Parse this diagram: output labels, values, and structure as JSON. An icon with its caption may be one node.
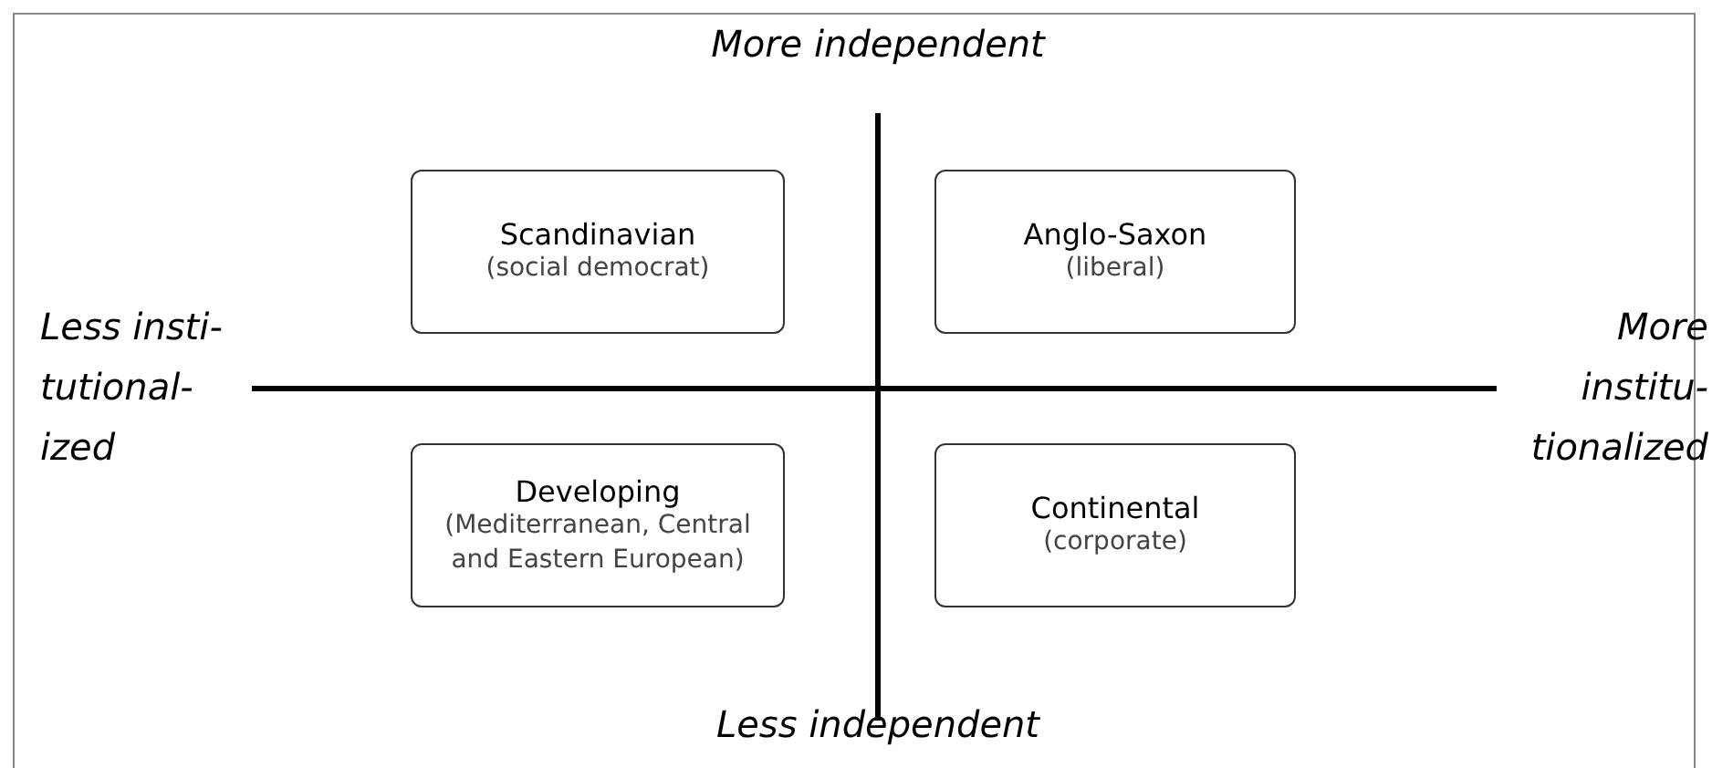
{
  "diagram": {
    "nodes": [
      {
        "text": [
          "Scandinavian",
          "(social democrat)"
        ]
      },
      {
        "text": [
          "Anglo-Saxon",
          "(liberal)"
        ]
      },
      {
        "text": [
          "Developing",
          "(Mediterranean, Central and Eastern European)"
        ]
      },
      {
        "text": [
          "Continental",
          "(corporate)"
        ]
      }
    ],
    "edges": [],
    "labels": [
      "More independent",
      "Less insti-tutional-ized",
      "More institu-tionalized",
      "Less independent"
    ]
  }
}
